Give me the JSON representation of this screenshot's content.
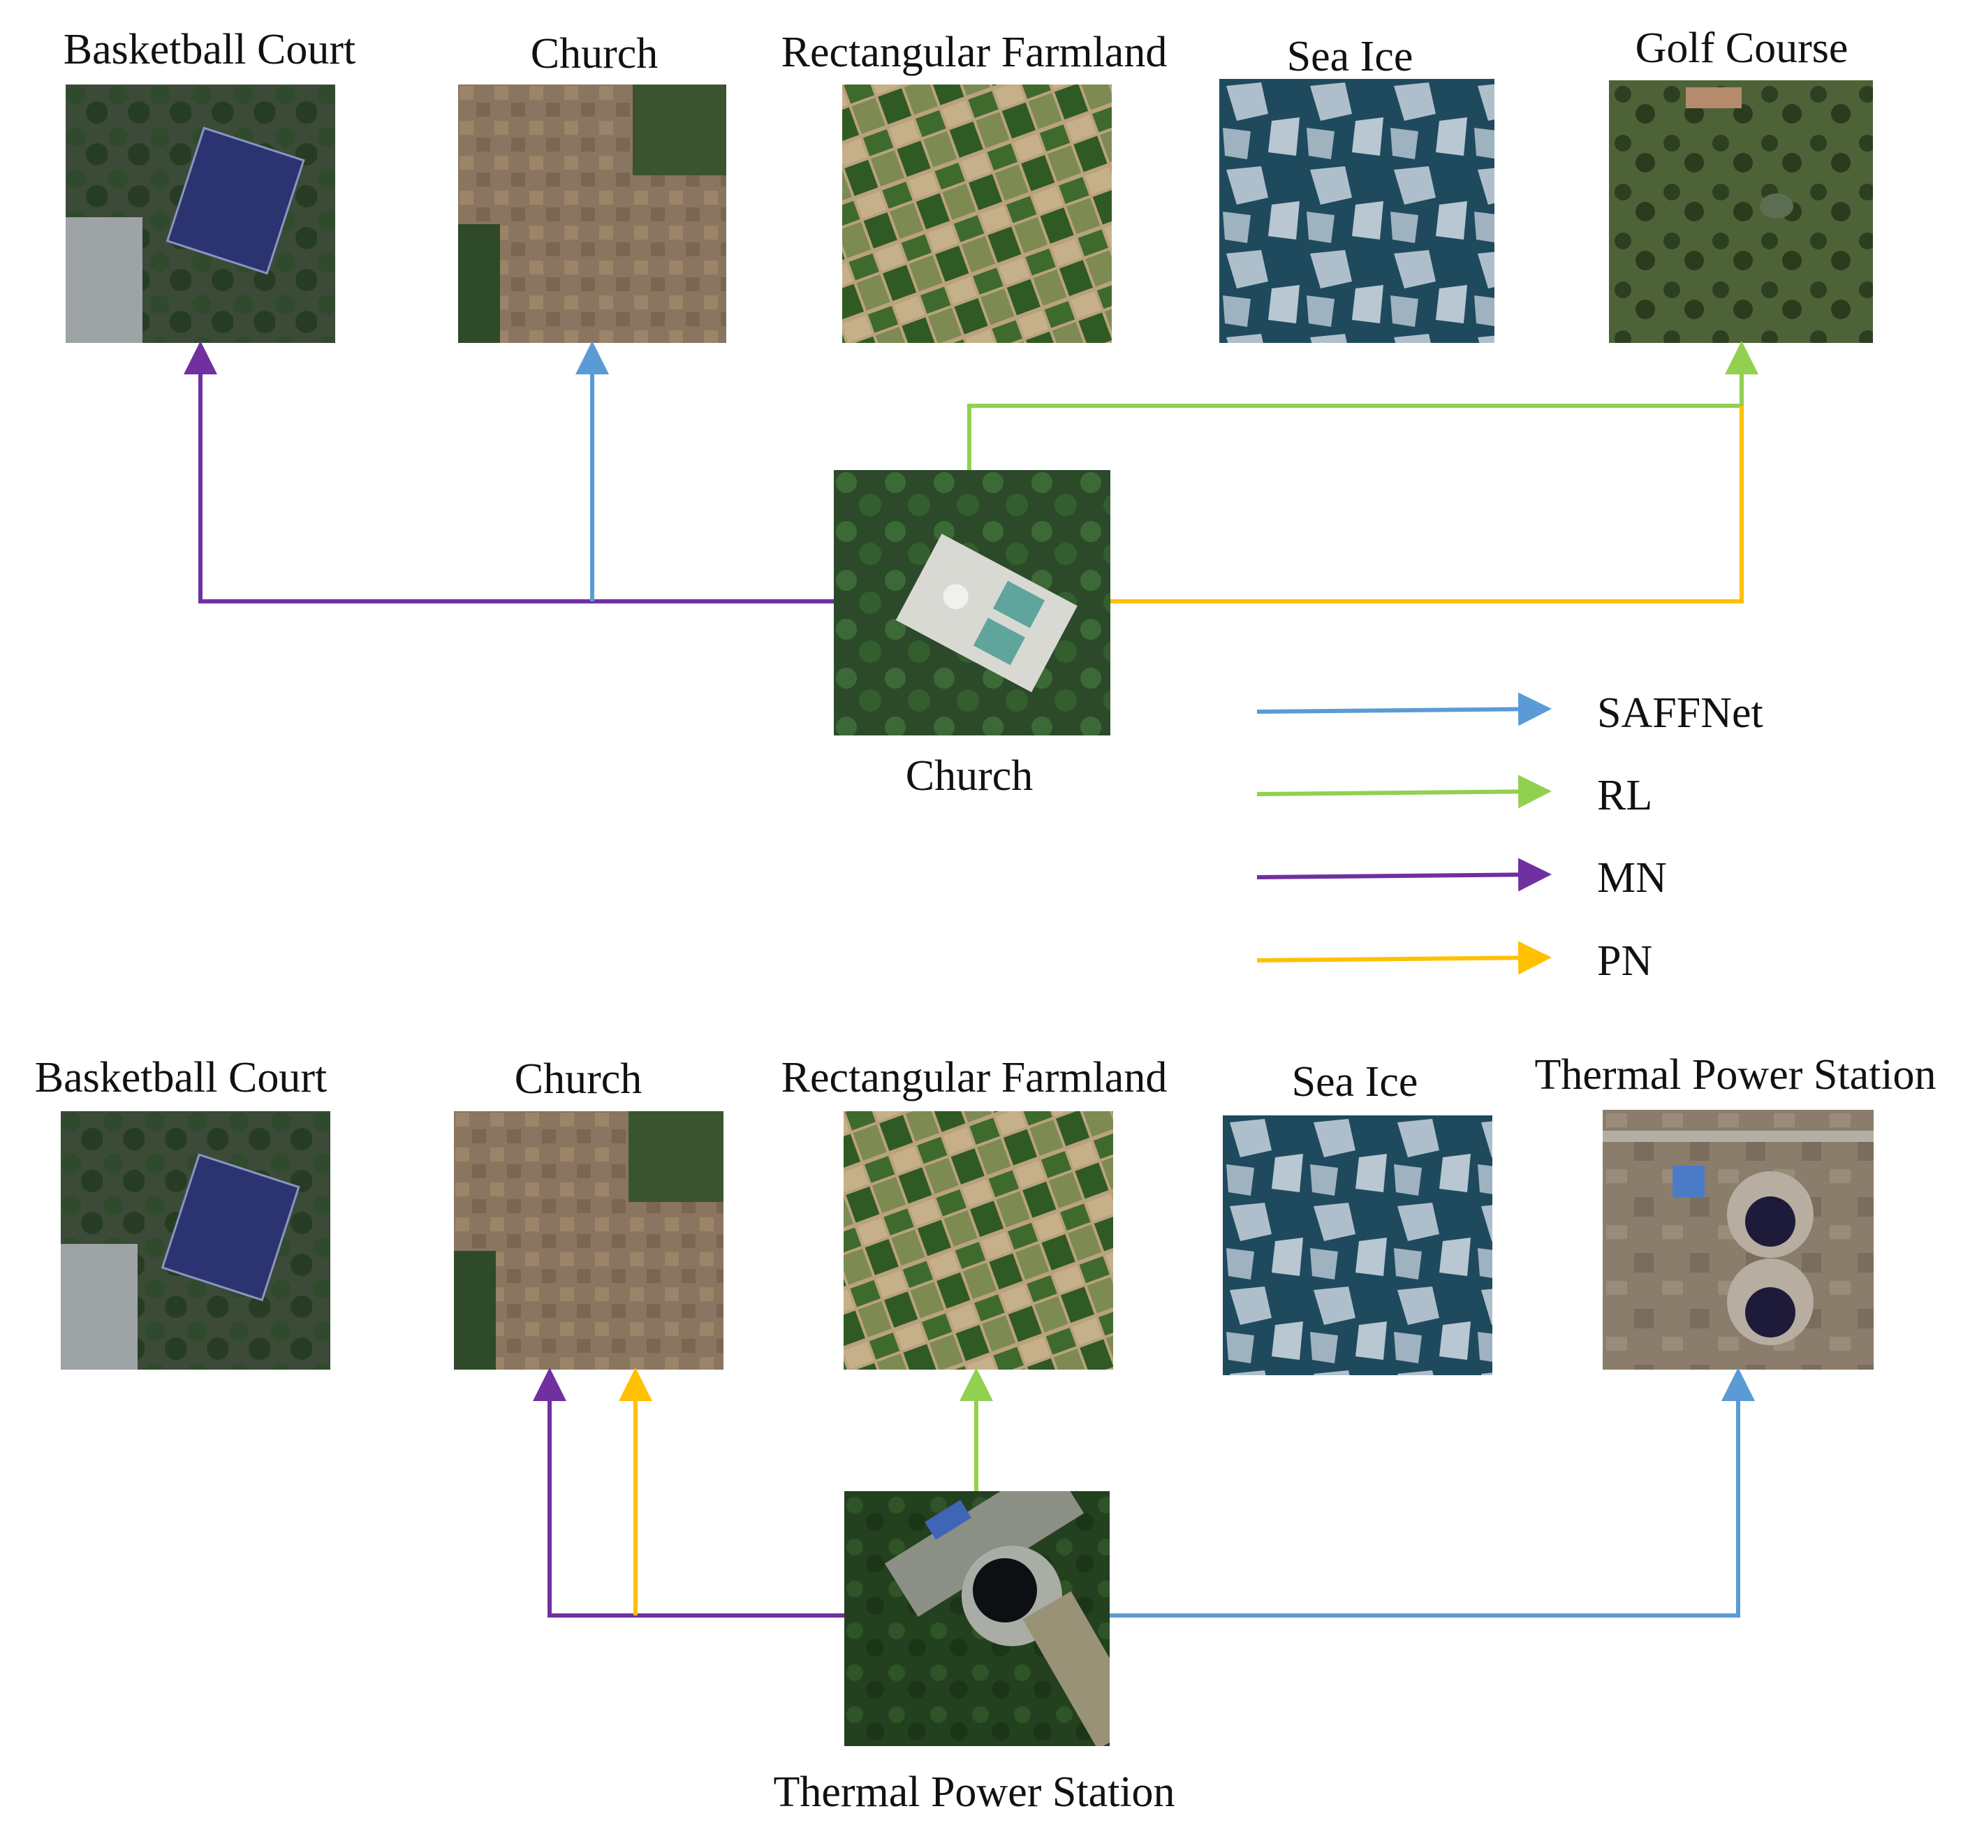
{
  "colors": {
    "SAFFNet": "#5b9bd5",
    "RL": "#92d050",
    "MN": "#7030a0",
    "PN": "#ffc000"
  },
  "example1": {
    "query_label": "Church",
    "candidates": [
      "Basketball Court",
      "Church",
      "Rectangular Farmland",
      "Sea Ice",
      "Golf Course"
    ],
    "predictions": {
      "SAFFNet": "Church",
      "RL": "Golf Course",
      "MN": "Basketball Court",
      "PN": "Golf Course"
    }
  },
  "example2": {
    "query_label": "Thermal Power Station",
    "candidates": [
      "Basketball Court",
      "Church",
      "Rectangular Farmland",
      "Sea Ice",
      "Thermal Power Station"
    ],
    "predictions": {
      "SAFFNet": "Thermal Power Station",
      "RL": "Rectangular Farmland",
      "MN": "Church",
      "PN": "Church"
    }
  },
  "legend": [
    {
      "name": "SAFFNet",
      "color": "#5b9bd5"
    },
    {
      "name": "RL",
      "color": "#92d050"
    },
    {
      "name": "MN",
      "color": "#7030a0"
    },
    {
      "name": "PN",
      "color": "#ffc000"
    }
  ]
}
